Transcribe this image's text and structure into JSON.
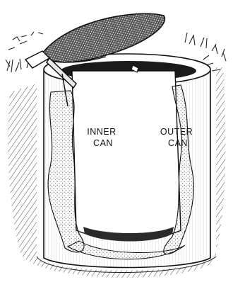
{
  "labels": {
    "inner_can": [
      "INNER",
      "CAN"
    ],
    "outer_can": [
      "OUTER",
      "CAN"
    ]
  },
  "colors": {
    "ink": "#111111",
    "paper": "#ffffff"
  }
}
